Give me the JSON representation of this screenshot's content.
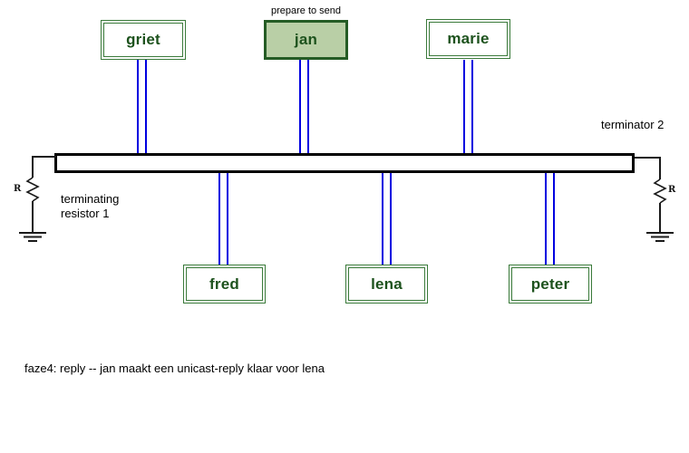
{
  "status_label": {
    "text": "prepare to send"
  },
  "nodes": [
    {
      "label": "griet",
      "row": "top",
      "state": "idle"
    },
    {
      "label": "jan",
      "row": "top",
      "state": "active"
    },
    {
      "label": "marie",
      "row": "top",
      "state": "idle"
    },
    {
      "label": "fred",
      "row": "bottom",
      "state": "idle"
    },
    {
      "label": "lena",
      "row": "bottom",
      "state": "idle"
    },
    {
      "label": "peter",
      "row": "bottom",
      "state": "idle"
    }
  ],
  "labels": {
    "terminator_right": "terminator 2",
    "terminator_left_line1": "terminating",
    "terminator_left_line2": "resistor 1",
    "resistor_symbol": "R"
  },
  "caption": {
    "text": "faze4: reply -- jan maakt een unicast-reply klaar voor lena"
  },
  "colors": {
    "node_border": "#3a7a3a",
    "node_text": "#1d521d",
    "active_node_border": "#255c25",
    "active_node_fill": "#b9cfa6",
    "cable_blue": "#0000e0",
    "bus_border": "#000000"
  }
}
